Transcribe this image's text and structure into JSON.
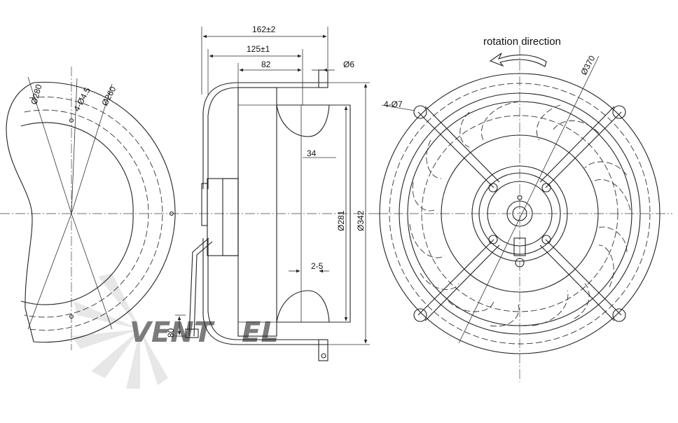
{
  "labels": {
    "d280": "Ø280",
    "holes_small": "4-Ø4.5",
    "d260": "Ø260",
    "depth_total": "162±2",
    "depth_125": "125±1",
    "depth_82": "82",
    "d6": "Ø6",
    "dim_34": "34",
    "d281": "Ø281",
    "d342": "Ø342",
    "dim_2_5": "2-5",
    "dim_80": "80",
    "rotation": "rotation direction",
    "d370": "Ø370",
    "holes_large": "4-Ø7"
  },
  "watermark": {
    "text_a": "VENT",
    "text_b": "EL"
  },
  "colors": {
    "line": "#222222",
    "watermark_gray": "#cfcfcf",
    "watermark_blue": "#a9c4e6"
  }
}
